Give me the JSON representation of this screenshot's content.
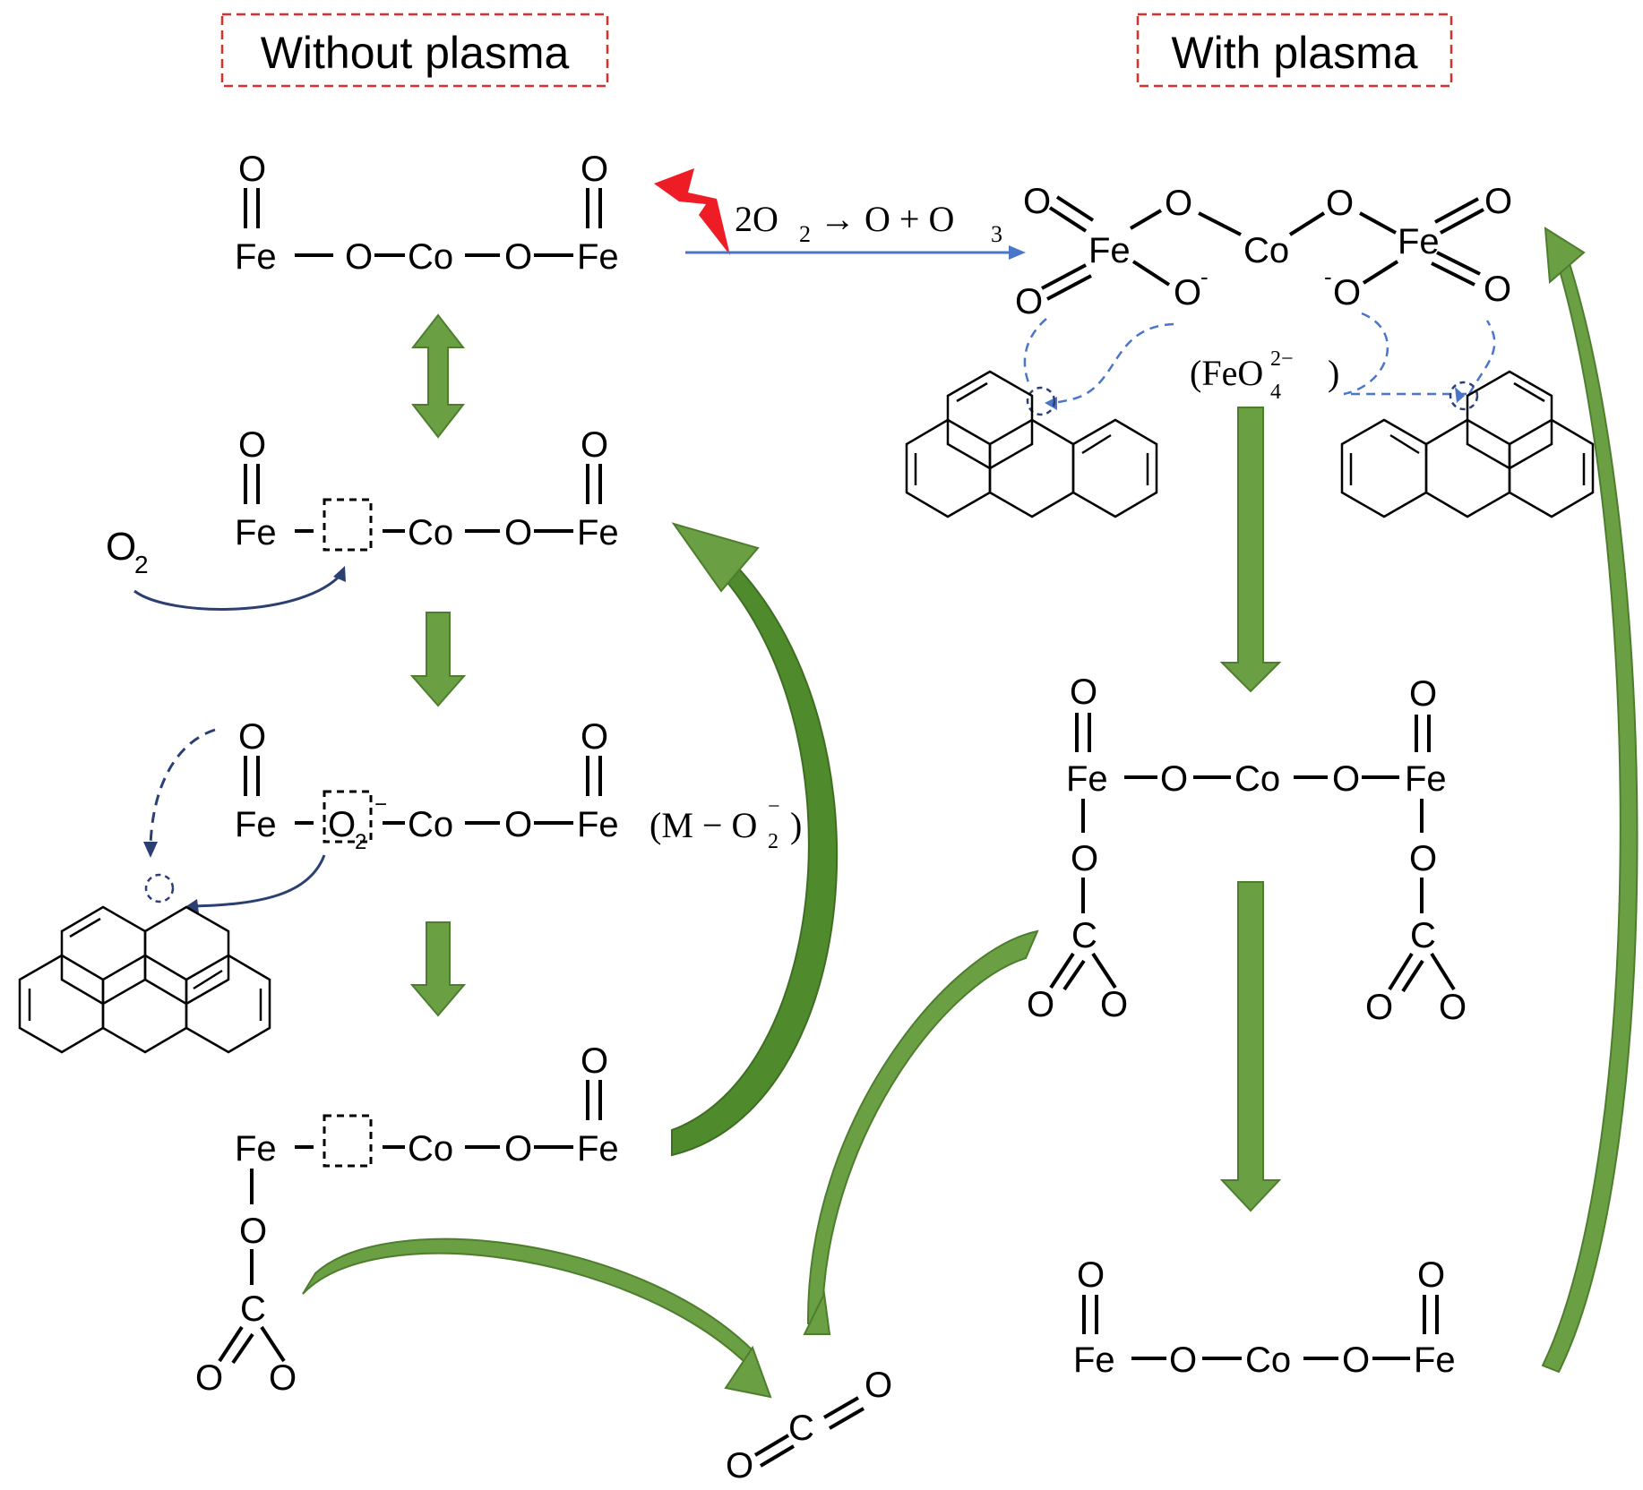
{
  "headings": {
    "left": "Without plasma",
    "right": "With plasma"
  },
  "labels": {
    "o2_molecule": "O",
    "o2_subscript": "2",
    "reaction_2o2": "2O",
    "reaction_2o2_sub": "2",
    "reaction_rest": " → O + O",
    "reaction_o3_sub": "3",
    "m_o2": "(M − O",
    "m_o2_sub": "2",
    "m_o2_sup": "−",
    "m_o2_close": ")",
    "feo4": "(FeO",
    "feo4_sub": "4",
    "feo4_sup": "2−",
    "feo4_close": ")",
    "o2_vacancy": "O",
    "o2_vacancy_sub": "2",
    "o2_vacancy_sup": "−"
  },
  "atoms": {
    "fe": "Fe",
    "co": "Co",
    "o": "O",
    "c": "C",
    "o_minus": "O",
    "minus": "-"
  },
  "colors": {
    "green_arrow": "#6aa043",
    "navy_arrow": "#2b3f73",
    "blue_arrow": "#4a76c9",
    "heading_box": "#d9302c",
    "lightning": "#ee1c24"
  }
}
